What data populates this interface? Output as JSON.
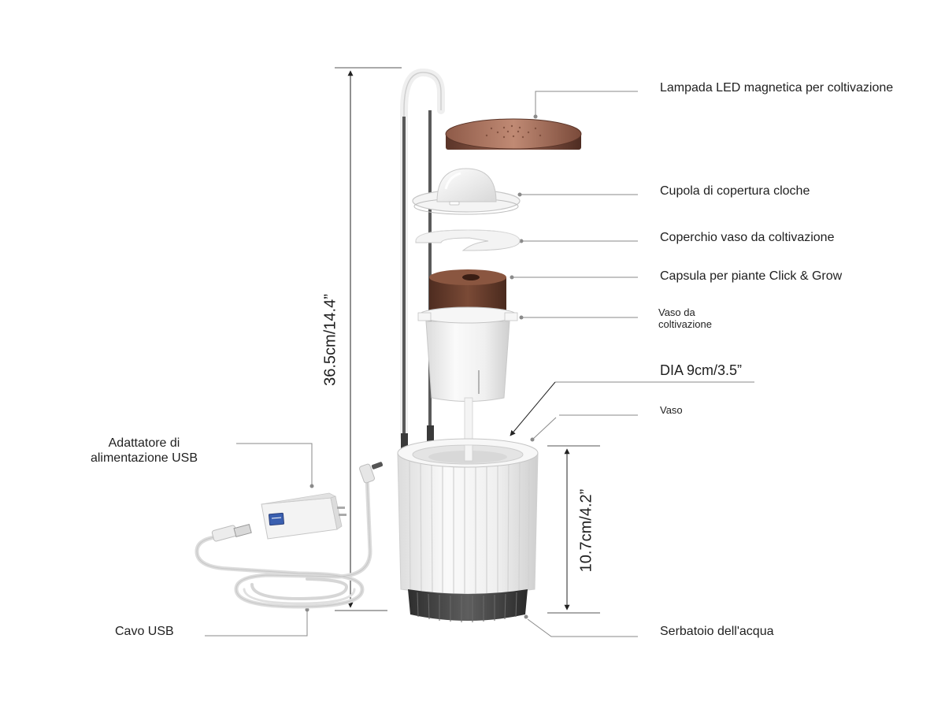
{
  "labels": {
    "led_lamp": "Lampada LED magnetica per coltivazione",
    "dome": "Cupola di copertura cloche",
    "lid": "Coperchio vaso da coltivazione",
    "capsule": "Capsula per piante Click & Grow",
    "grow_pot_line1": "Vaso da",
    "grow_pot_line2": "coltivazione",
    "diameter": "DIA 9cm/3.5”",
    "pot": "Vaso",
    "adapter_line1": "Adattatore di",
    "adapter_line2": "alimentazione USB",
    "cable": "Cavo USB",
    "reservoir": "Serbatoio dell'acqua"
  },
  "dimensions": {
    "total_height": "36.5cm/14.4”",
    "pot_height": "10.7cm/4.2”"
  },
  "colors": {
    "lamp": "#7a4a3a",
    "pot": "#f2f2f2",
    "base": "#4a4a4a",
    "capsule": "#6b3f2e",
    "leader": "#8a8a8a"
  }
}
